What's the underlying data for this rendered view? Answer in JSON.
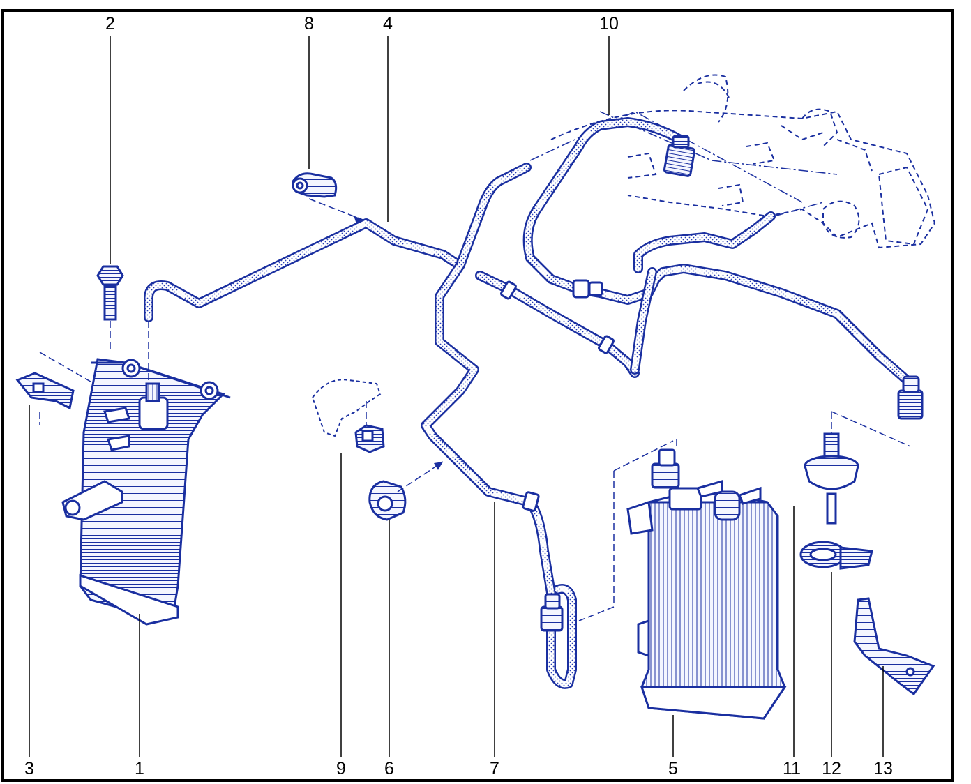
{
  "colors": {
    "ink": "#1a2fa0",
    "hose_fill": "#ffffff",
    "stipple": "#2a3fb5",
    "part_fill": "#eef1ff",
    "frame": "#000000",
    "leader": "#000000"
  },
  "callouts": {
    "c1": "1",
    "c2": "2",
    "c3": "3",
    "c4": "4",
    "c5": "5",
    "c6": "6",
    "c7": "7",
    "c8": "8",
    "c9": "9",
    "c10": "10",
    "c11": "11",
    "c12": "12",
    "c13": "13"
  }
}
